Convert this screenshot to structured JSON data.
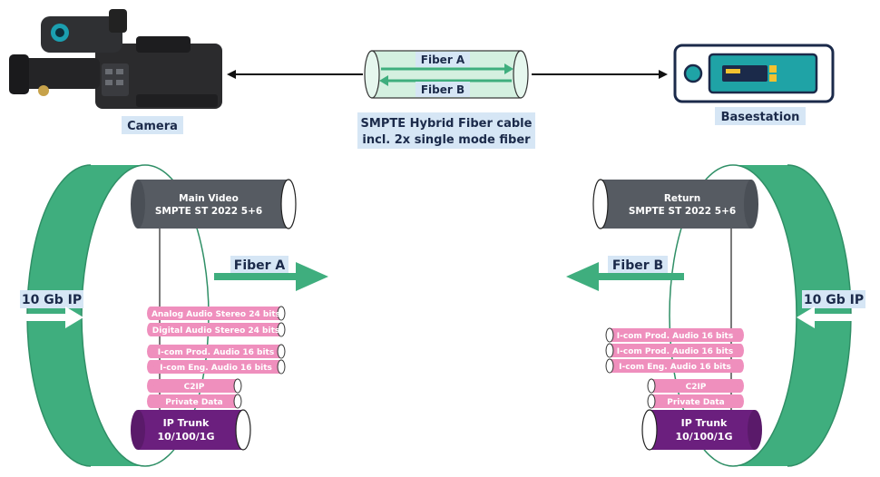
{
  "top": {
    "camera_label": "Camera",
    "basestation_label": "Basestation",
    "cable_fiber_a": "Fiber A",
    "cable_fiber_b": "Fiber B",
    "cable_caption_line1": "SMPTE Hybrid Fiber cable",
    "cable_caption_line2": "incl. 2x single mode fiber"
  },
  "left": {
    "ip_label": "10 Gb IP",
    "video_line1": "Main Video",
    "video_line2": "SMPTE ST 2022 5+6",
    "fiber_label": "Fiber A",
    "channels": [
      "Analog Audio Stereo 24 bits",
      "Digital Audio Stereo 24 bits",
      "I-com Prod. Audio 16 bits",
      "I-com Eng. Audio 16 bits",
      "C2IP",
      "Private Data"
    ],
    "trunk_line1": "IP Trunk",
    "trunk_line2": "10/100/1G"
  },
  "right": {
    "ip_label": "10 Gb IP",
    "video_line1": "Return",
    "video_line2": "SMPTE ST 2022 5+6",
    "fiber_label": "Fiber B",
    "channels": [
      "I-com Prod. Audio 16 bits",
      "I-com Prod. Audio 16 bits",
      "I-com Eng. Audio 16 bits",
      "C2IP",
      "Private Data"
    ],
    "trunk_line1": "IP Trunk",
    "trunk_line2": "10/100/1G"
  },
  "colors": {
    "green": "#3fae7e",
    "green_dark": "#2f8f66",
    "gray": "#565b62",
    "pink": "#ef8fbd",
    "purple": "#6b1f7e",
    "teal": "#1fa3a6",
    "navy": "#1b2a4a",
    "label_bg": "#d6e6f5",
    "fiber_tube": "#d4f0e0"
  }
}
